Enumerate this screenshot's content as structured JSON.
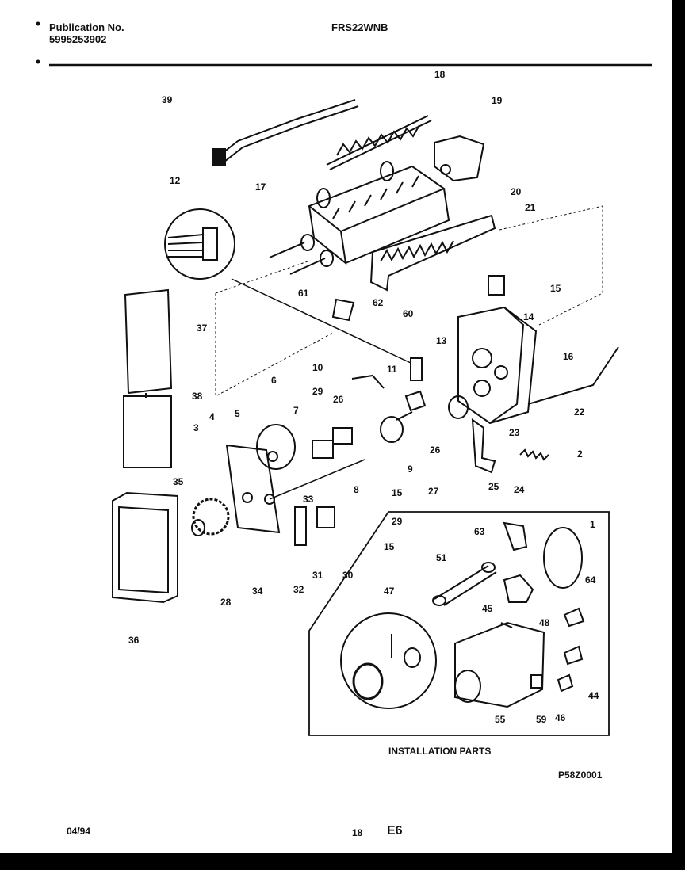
{
  "header": {
    "publication_label": "Publication No.",
    "publication_number": "5995253902",
    "model": "FRS22WNB"
  },
  "footer": {
    "date": "04/94",
    "page": "18",
    "section": "E6"
  },
  "diagram": {
    "install_title": "INSTALLATION PARTS",
    "drawing_code": "P58Z0001",
    "callouts": [
      "39",
      "18",
      "19",
      "12",
      "17",
      "20",
      "21",
      "15",
      "61",
      "62",
      "60",
      "14",
      "37",
      "13",
      "16",
      "10",
      "11",
      "6",
      "29",
      "26",
      "38",
      "7",
      "26",
      "22",
      "23",
      "3",
      "4",
      "5",
      "2",
      "25",
      "24",
      "9",
      "27",
      "35",
      "8",
      "15",
      "33",
      "29",
      "15",
      "63",
      "1",
      "51",
      "64",
      "47",
      "45",
      "48",
      "30",
      "31",
      "32",
      "34",
      "28",
      "36",
      "44",
      "55",
      "59",
      "46"
    ]
  }
}
